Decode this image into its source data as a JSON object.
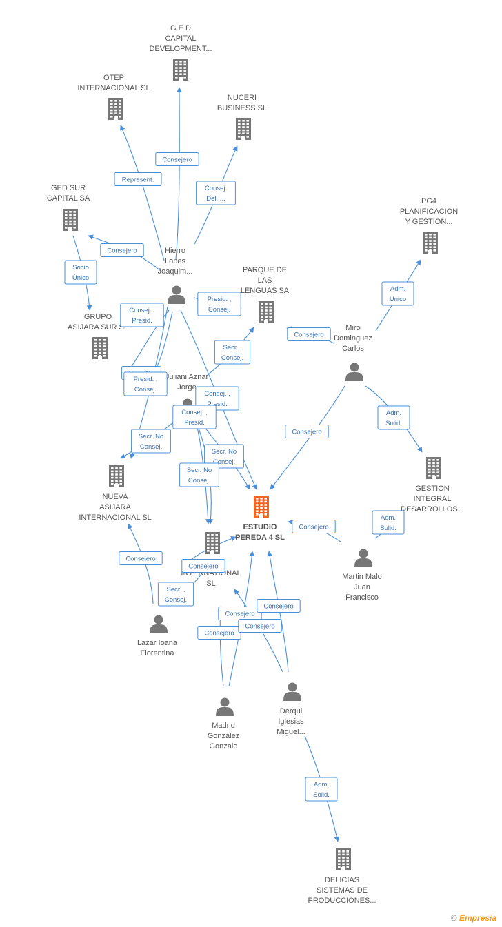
{
  "footer": {
    "copyright": "©",
    "brand": "Empresia"
  },
  "colors": {
    "node": "#777777",
    "focus": "#f26522",
    "edge": "#4a8fdc"
  },
  "nodes": [
    {
      "id": "ged_dev",
      "type": "company",
      "label": [
        "G E D",
        "CAPITAL",
        "DEVELOPMENT..."
      ]
    },
    {
      "id": "otep",
      "type": "company",
      "label": [
        "OTEP",
        "INTERNACIONAL SL"
      ]
    },
    {
      "id": "nuceri",
      "type": "company",
      "label": [
        "NUCERI",
        "BUSINESS SL"
      ]
    },
    {
      "id": "ged_sur",
      "type": "company",
      "label": [
        "GED SUR",
        "CAPITAL SA"
      ]
    },
    {
      "id": "pg4",
      "type": "company",
      "label": [
        "PG4",
        "PLANIFICACION",
        "Y GESTION..."
      ]
    },
    {
      "id": "hierro",
      "type": "person",
      "label": [
        "Hierro",
        "Lopes",
        "Joaquim..."
      ]
    },
    {
      "id": "parque",
      "type": "company",
      "label": [
        "PARQUE DE",
        "LAS",
        "LENGUAS SA"
      ]
    },
    {
      "id": "grupo_asijara",
      "type": "company",
      "label": [
        "GRUPO",
        "ASIJARA SUR SL"
      ]
    },
    {
      "id": "miro",
      "type": "person",
      "label": [
        "Miro",
        "Dominguez",
        "Carlos"
      ]
    },
    {
      "id": "juliani",
      "type": "person",
      "label": [
        "Juliani Aznar",
        "Jorge"
      ]
    },
    {
      "id": "gestion",
      "type": "company",
      "label": [
        "GESTION",
        "INTEGRAL",
        "DESARROLLOS..."
      ]
    },
    {
      "id": "nueva_asijara",
      "type": "company",
      "label": [
        "NUEVA",
        "ASIJARA",
        "INTERNACIONAL SL"
      ]
    },
    {
      "id": "estudio",
      "type": "focus",
      "label": [
        "ESTUDIO",
        "PEREDA 4 SL"
      ]
    },
    {
      "id": "intl",
      "type": "company",
      "label": [
        "INTERNATIONAL",
        "SL"
      ]
    },
    {
      "id": "martin",
      "type": "person",
      "label": [
        "Martin Malo",
        "Juan",
        "Francisco"
      ]
    },
    {
      "id": "lazar",
      "type": "person",
      "label": [
        "Lazar Ioana",
        "Florentina"
      ]
    },
    {
      "id": "derqui",
      "type": "person",
      "label": [
        "Derqui",
        "Iglesias",
        "Miguel..."
      ]
    },
    {
      "id": "madrid",
      "type": "person",
      "label": [
        "Madrid",
        "Gonzalez",
        "Gonzalo"
      ]
    },
    {
      "id": "delicias",
      "type": "company",
      "label": [
        "DELICIAS",
        "SISTEMAS DE",
        "PRODUCCIONES..."
      ]
    }
  ],
  "edges": [
    {
      "label": [
        "Consejero"
      ]
    },
    {
      "label": [
        "Represent."
      ]
    },
    {
      "label": [
        "Consej.",
        "Del.,..."
      ]
    },
    {
      "label": [
        "Consejero"
      ]
    },
    {
      "label": [
        "Socio",
        "Único"
      ]
    },
    {
      "label": [
        "Presid. ,",
        "Consej."
      ]
    },
    {
      "label": [
        "Consej. ,",
        "Presid."
      ]
    },
    {
      "label": [
        "Secr. ,",
        "Consej."
      ]
    },
    {
      "label": [
        "Consejero"
      ]
    },
    {
      "label": [
        "Adm.",
        "Unico"
      ]
    },
    {
      "label": [
        "Secr. No"
      ]
    },
    {
      "label": [
        "Presid. ,",
        "Consej."
      ]
    },
    {
      "label": [
        "Consej. ,",
        "Presid."
      ]
    },
    {
      "label": [
        "Consej. ,",
        "Presid."
      ]
    },
    {
      "label": [
        "Secr. No",
        "Consej."
      ]
    },
    {
      "label": [
        "Consejero"
      ]
    },
    {
      "label": [
        "Adm.",
        "Solid."
      ]
    },
    {
      "label": [
        "Secr. No",
        "Consej."
      ]
    },
    {
      "label": [
        "Secr. No",
        "Consej."
      ]
    },
    {
      "label": [
        "Consejero"
      ]
    },
    {
      "label": [
        "Adm.",
        "Solid."
      ]
    },
    {
      "label": [
        "Consejero"
      ]
    },
    {
      "label": [
        "Consejero"
      ]
    },
    {
      "label": [
        "Secr. ,",
        "Consej."
      ]
    },
    {
      "label": [
        "Consejero"
      ]
    },
    {
      "label": [
        "Consejero"
      ]
    },
    {
      "label": [
        "Consejero"
      ]
    },
    {
      "label": [
        "Consejero"
      ]
    },
    {
      "label": [
        "Adm.",
        "Solid."
      ]
    }
  ]
}
